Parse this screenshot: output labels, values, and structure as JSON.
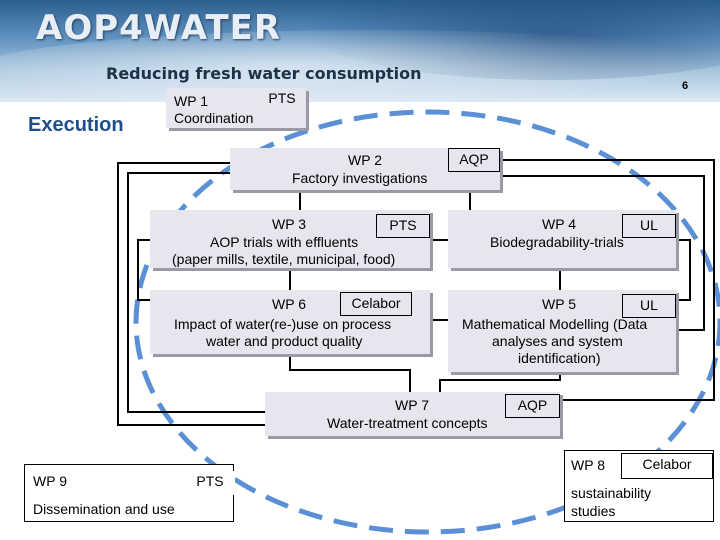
{
  "header": {
    "title": "AOP4WATER",
    "subtitle": "Reducing fresh water consumption",
    "page_number": "6"
  },
  "section_label": "Execution",
  "work_packages": {
    "wp1": {
      "id": "WP 1",
      "name": "Coordination",
      "partner": "PTS"
    },
    "wp2": {
      "id": "WP 2",
      "name": "Factory investigations",
      "partner": "AQP"
    },
    "wp3": {
      "id": "WP 3",
      "name_line1": "AOP trials with effluents",
      "name_line2": "(paper mills, textile, municipal, food)",
      "partner": "PTS"
    },
    "wp4": {
      "id": "WP 4",
      "name": "Biodegradability-trials",
      "partner": "UL"
    },
    "wp5": {
      "id": "WP 5",
      "name_line1": "Mathematical Modelling (Data",
      "name_line2": "analyses and system",
      "name_line3": "identification)",
      "partner": "UL"
    },
    "wp6": {
      "id": "WP 6",
      "name_line1": "Impact of water(re-)use on process",
      "name_line2": "water and product quality",
      "partner": "Celabor"
    },
    "wp7": {
      "id": "WP 7",
      "name": "Water-treatment concepts",
      "partner": "AQP"
    },
    "wp8": {
      "id": "WP 8",
      "name_line1": "sustainability",
      "name_line2": "studies",
      "partner": "Celabor"
    },
    "wp9": {
      "id": "WP 9",
      "name": "Dissemination and use",
      "partner": "PTS"
    }
  },
  "colors": {
    "box_fill": "#e6e6ee",
    "dashed_ellipse": "#5b8fd6",
    "section_label": "#1f4e8c"
  }
}
